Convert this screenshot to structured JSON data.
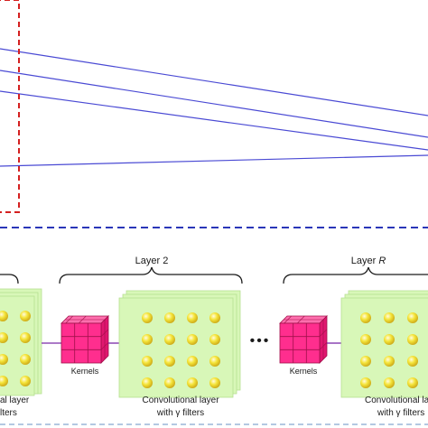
{
  "layers": {
    "left_partial": {
      "caption_line1": "al layer",
      "caption_line2": "lters"
    },
    "layer2": {
      "title": "Layer 2",
      "kernels_label": "Kernels",
      "caption_line1": "Convolutional layer",
      "caption_line2": "with γ filters"
    },
    "ellipsis": "•••",
    "layerR": {
      "title_prefix": "Layer ",
      "title_var": "R",
      "kernels_label": "Kernels",
      "caption_line1": "Convolutional layer",
      "caption_line2": "with γ filters"
    }
  },
  "colors": {
    "projection_line": "#4a4ad4",
    "red_dashed_box": "#d42020",
    "blue_dashed_separator": "#2a36b8",
    "bottom_dashed_separator": "#9ab6d8",
    "layer_panel": "#d8f7b8",
    "layer_panel_border": "#b6df92",
    "neuron_fill": "#f2e22a",
    "neuron_edge": "#b89a10",
    "kernel_fill": "#ff2e8e",
    "kernel_edge": "#a0104a",
    "connector_line": "#7a2aa8"
  }
}
